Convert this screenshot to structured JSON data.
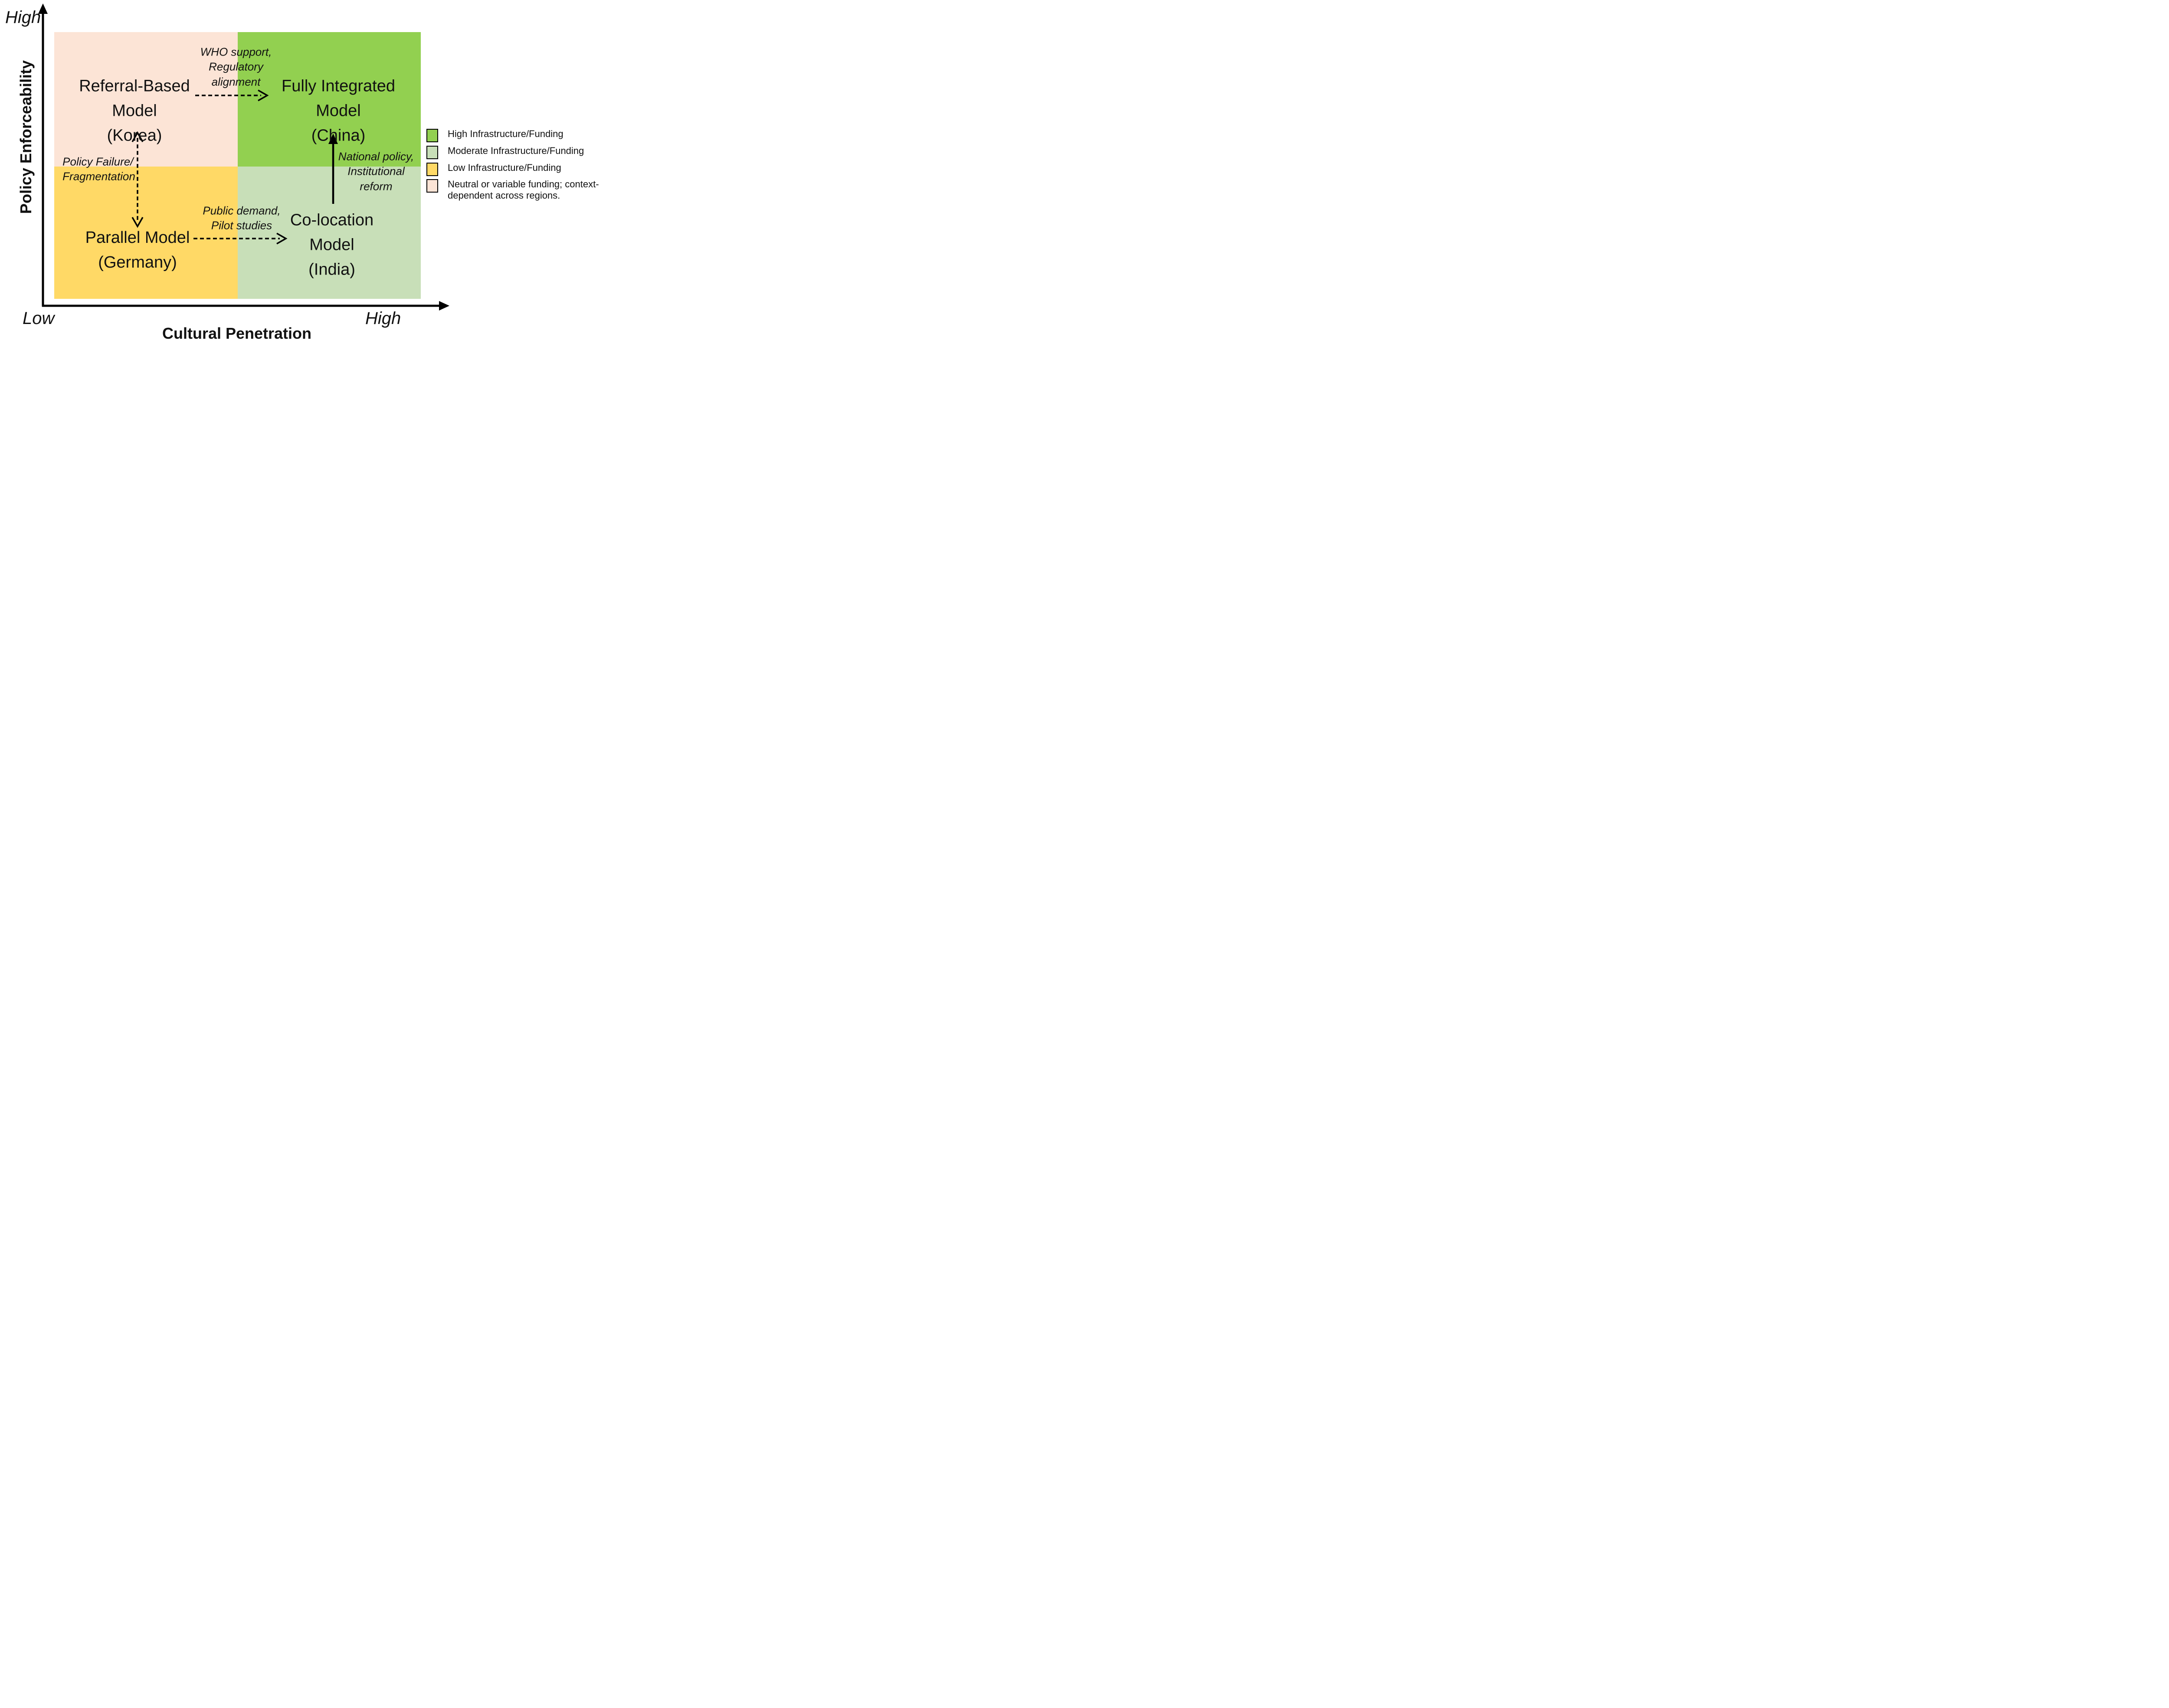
{
  "figure": {
    "y_axis": {
      "title": "Policy Enforceability",
      "top_label": "High",
      "bottom_label": "Low"
    },
    "x_axis": {
      "title": "Cultural Penetration",
      "left_label": "Low",
      "right_label": "High"
    },
    "quadrants": {
      "top_left": {
        "title": "Referral-Based\nModel\n(Korea)",
        "color": "#FCE4D6"
      },
      "top_right": {
        "title": "Fully Integrated\nModel\n(China)",
        "color": "#92D050"
      },
      "bottom_left": {
        "title": "Parallel Model\n(Germany)",
        "color": "#FFD966"
      },
      "bottom_right": {
        "title": "Co-location\nModel\n(India)",
        "color": "#C8DFB8"
      }
    },
    "annotations": {
      "who_support": "WHO support,\nRegulatory\nalignment",
      "policy_failure": "Policy Failure/\nFragmentation",
      "public_demand": "Public demand,\nPilot studies",
      "national_policy": "National policy,\nInstitutional\nreform"
    },
    "legend": {
      "items": [
        {
          "label": "High Infrastructure/Funding",
          "color": "#92D050"
        },
        {
          "label": "Moderate Infrastructure/Funding",
          "color": "#C8DFB8"
        },
        {
          "label": "Low Infrastructure/Funding",
          "color": "#FFD966"
        },
        {
          "label": "Neutral or variable funding; context-\ndependent across regions.",
          "color": "#FCE4D6"
        }
      ]
    },
    "colors": {
      "text": "#111111",
      "arrows": "#000000"
    }
  }
}
